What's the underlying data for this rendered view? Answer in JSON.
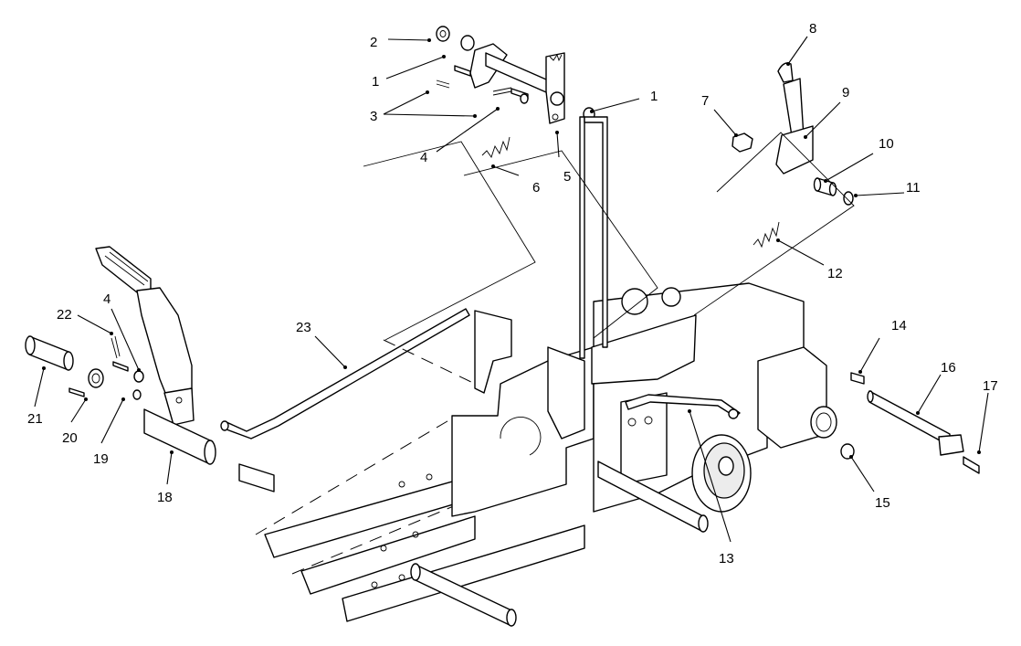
{
  "callouts": [
    {
      "label": "1"
    },
    {
      "label": "1"
    },
    {
      "label": "2"
    },
    {
      "label": "3"
    },
    {
      "label": "4"
    },
    {
      "label": "4"
    },
    {
      "label": "5"
    },
    {
      "label": "6"
    },
    {
      "label": "7"
    },
    {
      "label": "8"
    },
    {
      "label": "9"
    },
    {
      "label": "10"
    },
    {
      "label": "11"
    },
    {
      "label": "12"
    },
    {
      "label": "13"
    },
    {
      "label": "14"
    },
    {
      "label": "15"
    },
    {
      "label": "16"
    },
    {
      "label": "17"
    },
    {
      "label": "18"
    },
    {
      "label": "19"
    },
    {
      "label": "20"
    },
    {
      "label": "21"
    },
    {
      "label": "22"
    },
    {
      "label": "23"
    }
  ]
}
